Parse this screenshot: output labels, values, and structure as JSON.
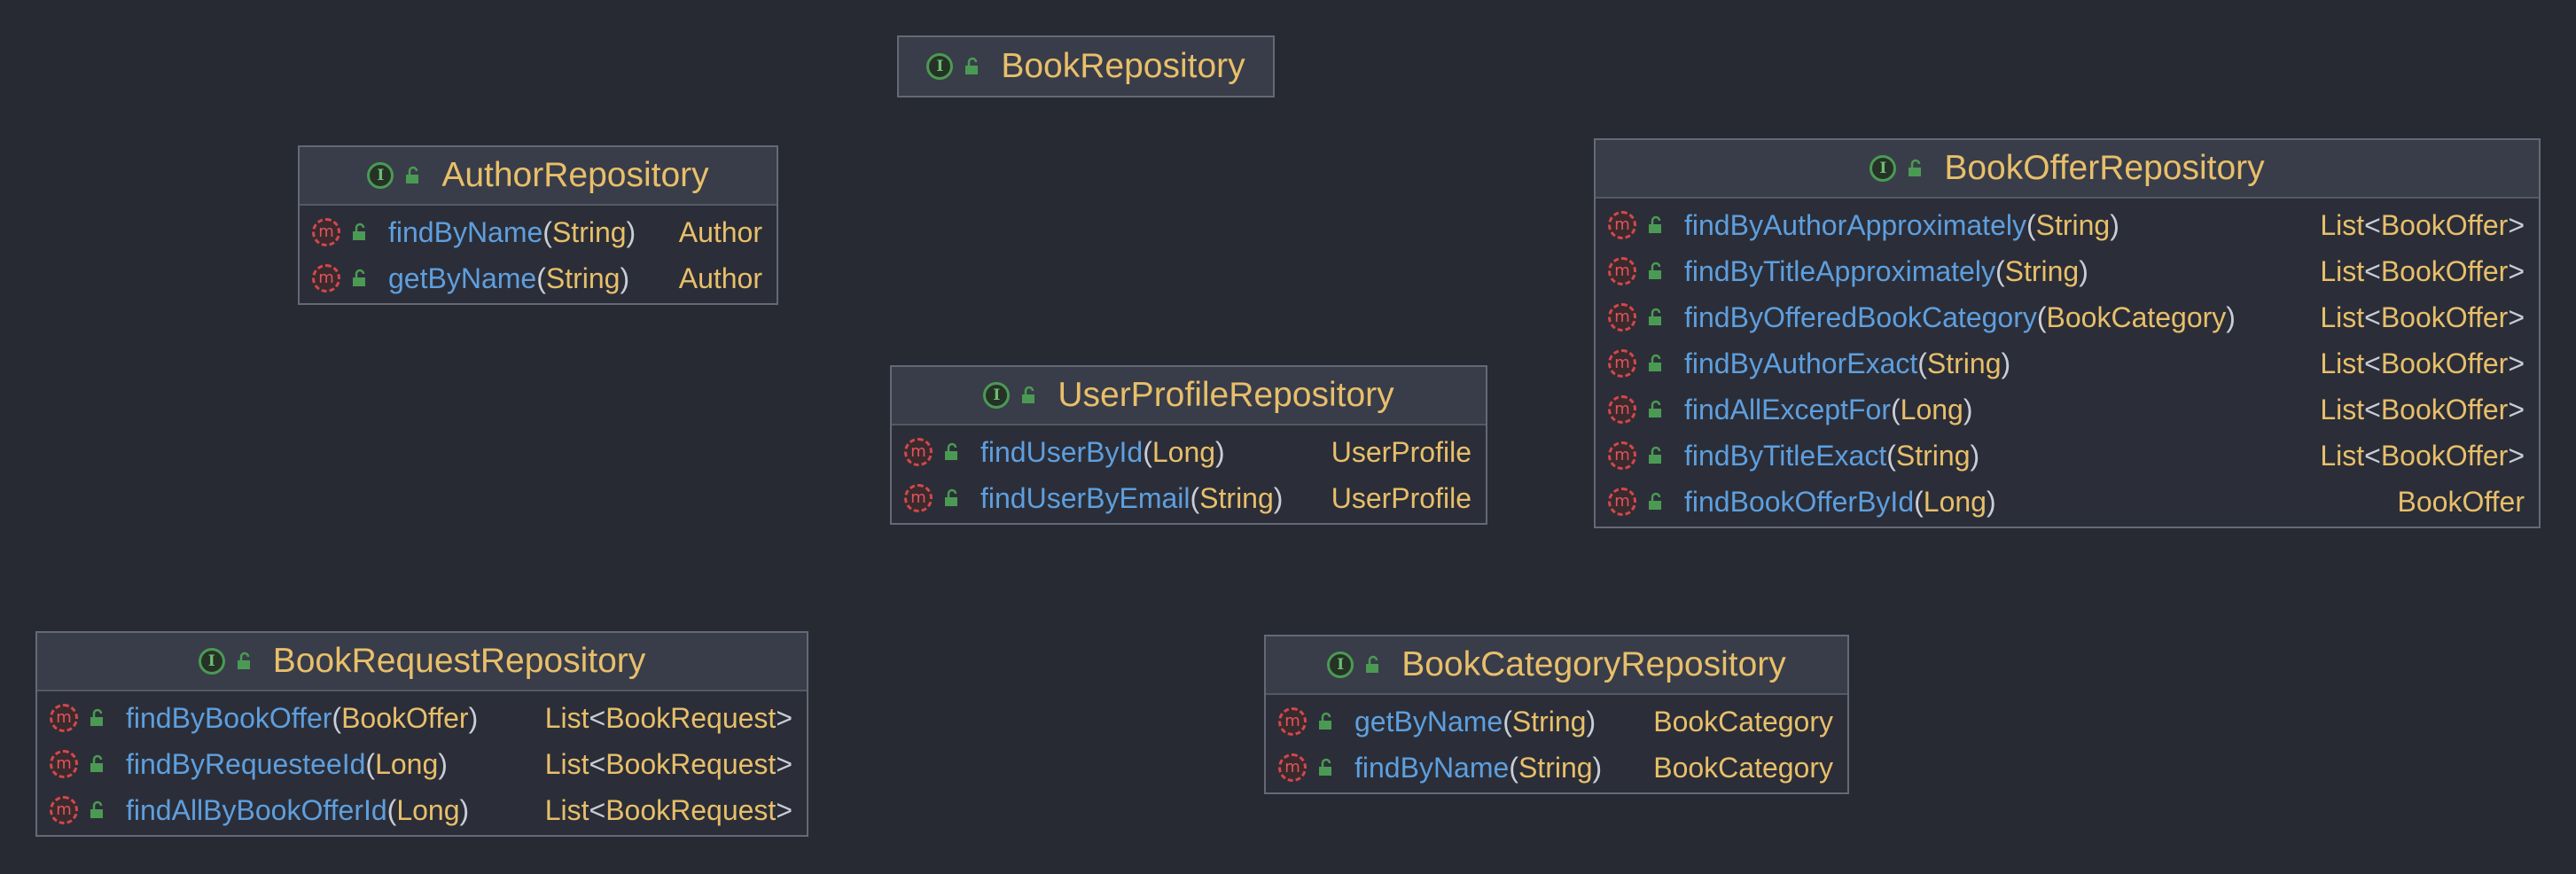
{
  "colors": {
    "background": "#272a33",
    "box_fill": "#2b2e38",
    "header_fill": "#393d49",
    "border": "#646975",
    "class_name": "#e8bf6a",
    "method_name": "#5e9fdf",
    "punctuation": "#c8cdd6",
    "interface_icon": "#4b9a54",
    "method_icon": "#d2484d"
  },
  "icons": {
    "interface": "interface-icon",
    "method": "method-icon",
    "public": "unlock-icon"
  },
  "labels": {
    "interface_glyph": "I",
    "method_glyph": "m"
  },
  "book_repository": {
    "name": "BookRepository",
    "methods": []
  },
  "author_repository": {
    "name": "AuthorRepository",
    "methods": [
      {
        "name": "findByName",
        "params": "String",
        "returns": "Author"
      },
      {
        "name": "getByName",
        "params": "String",
        "returns": "Author"
      }
    ]
  },
  "user_profile_repository": {
    "name": "UserProfileRepository",
    "methods": [
      {
        "name": "findUserById",
        "params": "Long",
        "returns": "UserProfile"
      },
      {
        "name": "findUserByEmail",
        "params": "String",
        "returns": "UserProfile"
      }
    ]
  },
  "book_offer_repository": {
    "name": "BookOfferRepository",
    "methods": [
      {
        "name": "findByAuthorApproximately",
        "params": "String",
        "returns_base": "List",
        "returns_arg": "BookOffer"
      },
      {
        "name": "findByTitleApproximately",
        "params": "String",
        "returns_base": "List",
        "returns_arg": "BookOffer"
      },
      {
        "name": "findByOfferedBookCategory",
        "params": "BookCategory",
        "returns_base": "List",
        "returns_arg": "BookOffer"
      },
      {
        "name": "findByAuthorExact",
        "params": "String",
        "returns_base": "List",
        "returns_arg": "BookOffer"
      },
      {
        "name": "findAllExceptFor",
        "params": "Long",
        "returns_base": "List",
        "returns_arg": "BookOffer"
      },
      {
        "name": "findByTitleExact",
        "params": "String",
        "returns_base": "List",
        "returns_arg": "BookOffer"
      },
      {
        "name": "findBookOfferById",
        "params": "Long",
        "returns": "BookOffer"
      }
    ]
  },
  "book_request_repository": {
    "name": "BookRequestRepository",
    "methods": [
      {
        "name": "findByBookOffer",
        "params": "BookOffer",
        "returns_base": "List",
        "returns_arg": "BookRequest"
      },
      {
        "name": "findByRequesteeId",
        "params": "Long",
        "returns_base": "List",
        "returns_arg": "BookRequest"
      },
      {
        "name": "findAllByBookOfferId",
        "params": "Long",
        "returns_base": "List",
        "returns_arg": "BookRequest"
      }
    ]
  },
  "book_category_repository": {
    "name": "BookCategoryRepository",
    "methods": [
      {
        "name": "getByName",
        "params": "String",
        "returns": "BookCategory"
      },
      {
        "name": "findByName",
        "params": "String",
        "returns": "BookCategory"
      }
    ]
  }
}
